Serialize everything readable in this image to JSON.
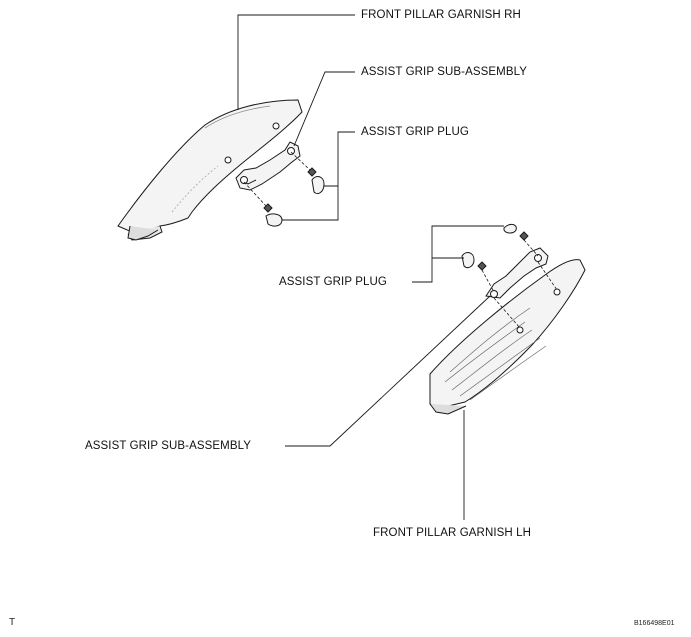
{
  "labels": {
    "front_pillar_garnish_rh": "FRONT PILLAR GARNISH RH",
    "assist_grip_sub_assembly_top": "ASSIST GRIP SUB-ASSEMBLY",
    "assist_grip_plug_top": "ASSIST GRIP PLUG",
    "assist_grip_plug_lower": "ASSIST GRIP PLUG",
    "assist_grip_sub_assembly_lower": "ASSIST GRIP SUB-ASSEMBLY",
    "front_pillar_garnish_lh": "FRONT PILLAR GARNISH LH"
  },
  "footer": {
    "corner_mark": "T",
    "figure_code": "B166498E01"
  },
  "colors": {
    "line": "#1a1a1a",
    "part_fill": "#f4f4f4",
    "shade": "#9a9a9a"
  }
}
